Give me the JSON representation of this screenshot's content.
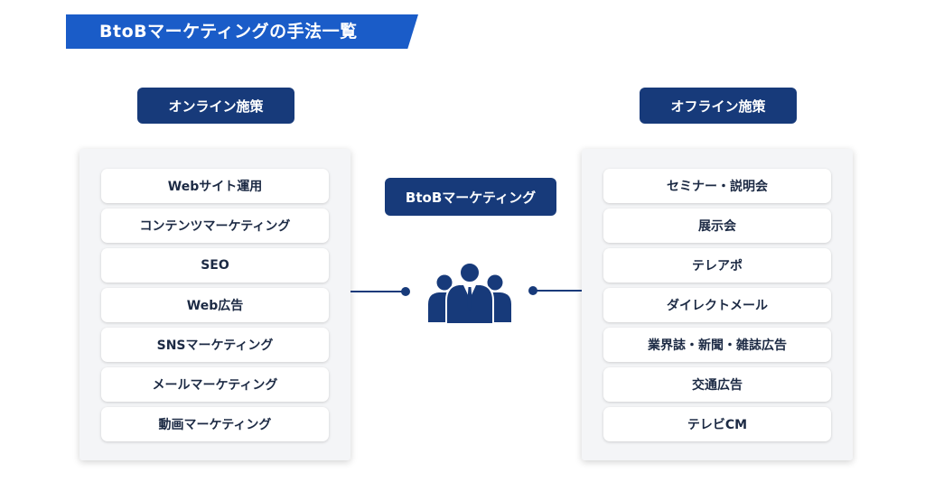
{
  "title": "BtoBマーケティングの手法一覧",
  "center_label": "BtoBマーケティング",
  "online": {
    "header": "オンライン施策",
    "items": [
      "Webサイト運用",
      "コンテンツマーケティング",
      "SEO",
      "Web広告",
      "SNSマーケティング",
      "メールマーケティング",
      "動画マーケティング"
    ]
  },
  "offline": {
    "header": "オフライン施策",
    "items": [
      "セミナー・説明会",
      "展示会",
      "テレアポ",
      "ダイレクトメール",
      "業界誌・新聞・雑誌広告",
      "交通広告",
      "テレビCM"
    ]
  },
  "icon": "business-people-icon",
  "colors": {
    "banner": "#1a5cc8",
    "navy": "#173a7a",
    "panel": "#f4f5f7",
    "item_text": "#1c2a44"
  }
}
